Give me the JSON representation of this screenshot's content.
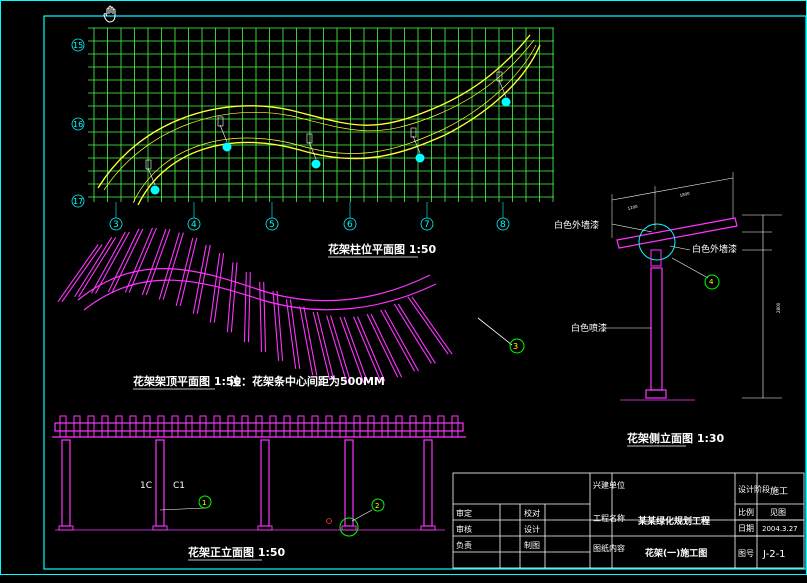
{
  "plan_view": {
    "title": "花架柱位平面图 1:50",
    "row_labels": [
      "15",
      "16",
      "17"
    ],
    "col_labels": [
      "3",
      "4",
      "5",
      "6",
      "7",
      "8"
    ]
  },
  "top_plan": {
    "title": "花架架顶平面图 1:50",
    "note": "注：花架条中心间距为500MM",
    "detail_marker": "3"
  },
  "front_elevation": {
    "title": "花架正立面图 1:50",
    "markers": [
      "1",
      "2"
    ],
    "column_tags": [
      "1C",
      "C1"
    ]
  },
  "side_elevation": {
    "title": "花架侧立面图 1:30",
    "labels": {
      "top_paint_left": "白色外墙漆",
      "top_paint_right": "白色外墙漆",
      "column_paint": "白色喷漆"
    },
    "detail_marker": "4",
    "dims": [
      "1200",
      "1800",
      "2800"
    ]
  },
  "title_block": {
    "build_unit_label": "兴建单位",
    "project_label": "工程名称",
    "drawing_label": "图纸内容",
    "project_name": "某某绿化规划工程",
    "drawing_name": "花架(一)施工图",
    "approve": "审定",
    "review": "审核",
    "responsible": "负责",
    "check": "校对",
    "design": "设计",
    "draw": "制图",
    "design_stage_label": "设计阶段",
    "design_stage": "施工",
    "scale_label": "比例",
    "scale": "见图",
    "date_label": "日期",
    "date": "2004.3.27",
    "drawing_no_label": "图号",
    "drawing_no": "J-2-1"
  },
  "colors": {
    "frame": "#00ffff",
    "grid": "#4cff4c",
    "path": "#ffff33",
    "structure": "#ff33ff",
    "text": "#ffffff",
    "background": "#000000"
  }
}
